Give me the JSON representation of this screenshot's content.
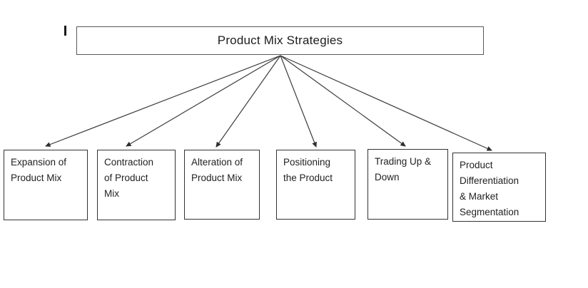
{
  "diagram": {
    "title": "Product Mix Strategies",
    "strategies": [
      {
        "label": "Expansion of\nProduct Mix"
      },
      {
        "label": "Contraction\nof Product\nMix"
      },
      {
        "label": "Alteration of\nProduct Mix"
      },
      {
        "label": "Positioning\nthe Product"
      },
      {
        "label": "Trading Up &\nDown"
      },
      {
        "label": "Product\nDifferentiation\n& Market\nSegmentation"
      }
    ],
    "colors": {
      "background": "#ffffff",
      "box_border": "#333333",
      "title_border": "#595959",
      "text": "#1f1f1f",
      "arrow": "#3c3c3c"
    }
  }
}
